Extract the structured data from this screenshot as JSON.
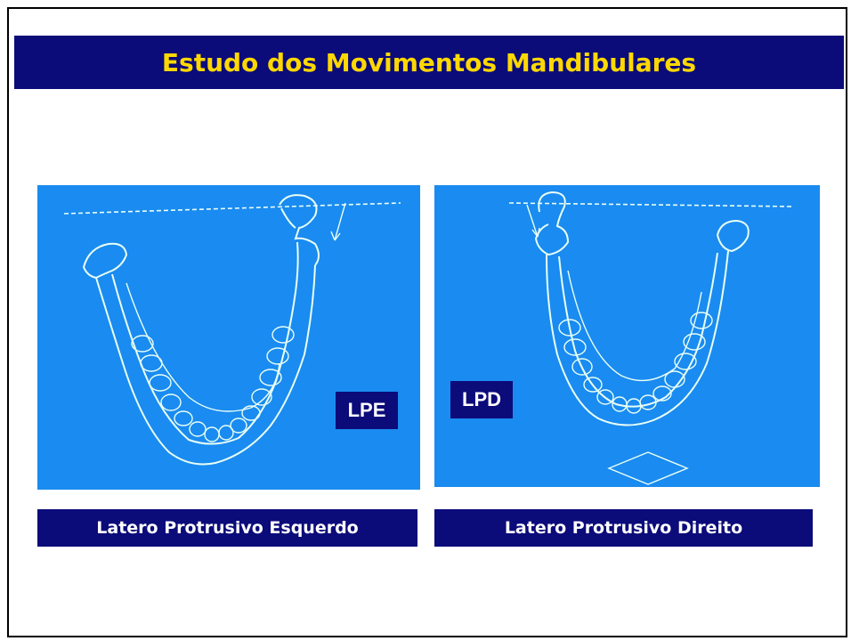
{
  "title": "Estudo dos Movimentos Mandibulares",
  "panels": [
    {
      "tag": "LPE",
      "caption": "Latero Protrusivo Esquerdo"
    },
    {
      "tag": "LPD",
      "caption": "Latero Protrusivo Direito"
    }
  ],
  "colors": {
    "title_bar": "#0b0b7a",
    "title_text": "#ffd800",
    "photo_background": "#1a8bf0",
    "drawing_lines": "#e8fff6"
  }
}
